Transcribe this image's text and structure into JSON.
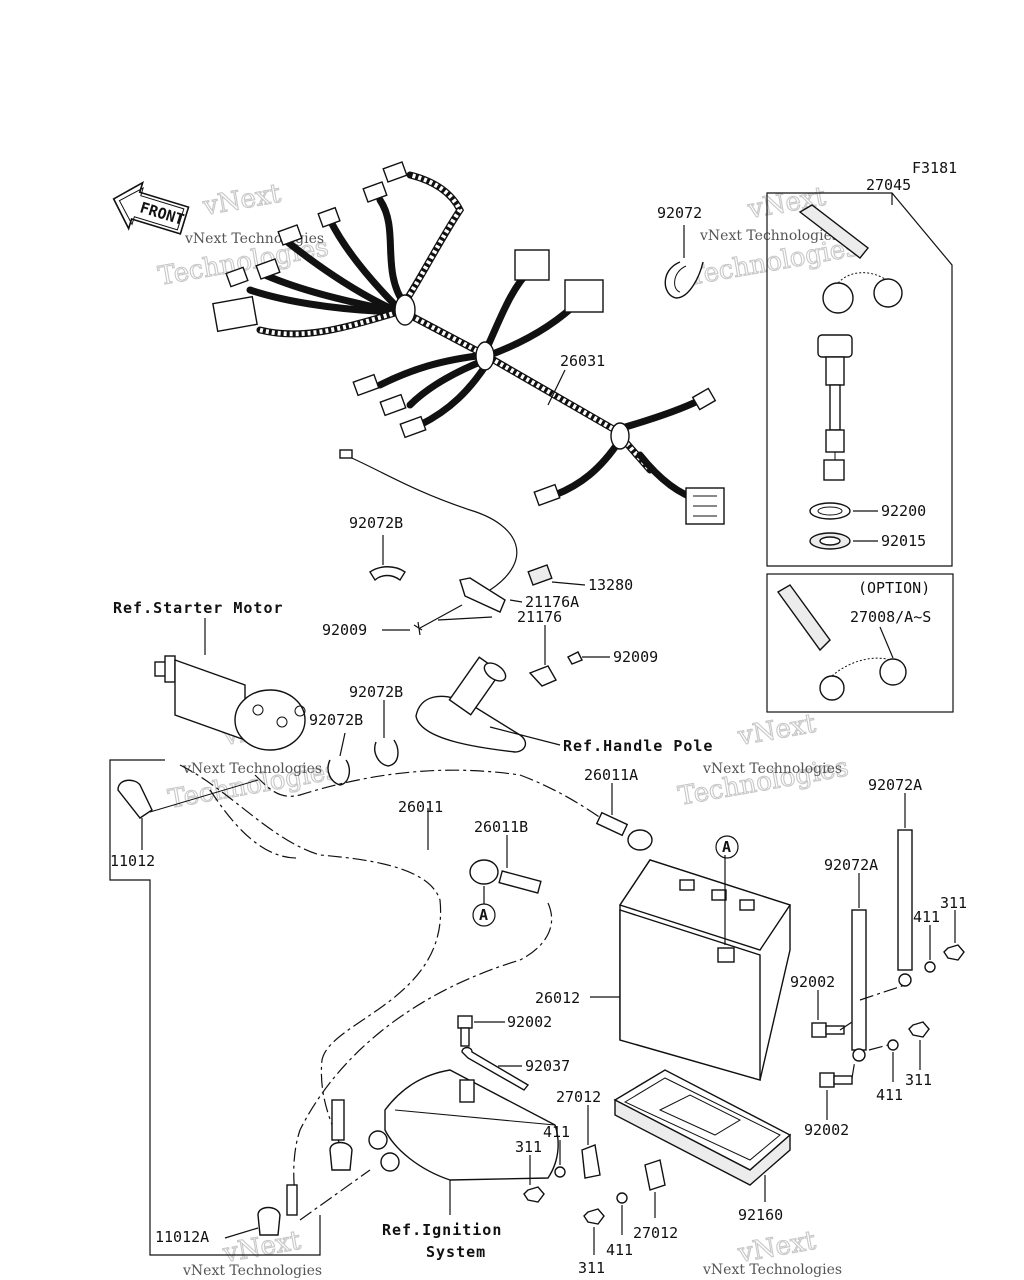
{
  "figure_code": "F3181",
  "front_label": "FRONT",
  "watermark": {
    "brand_small": "vNext Technologies",
    "brand_big_line1": "vNext",
    "brand_big_line2": "Technologies"
  },
  "callouts": {
    "p27045": "27045",
    "p92072": "92072",
    "p26031": "26031",
    "p92200": "92200",
    "p92015": "92015",
    "option": "(OPTION)",
    "p27008": "27008/A~S",
    "p92072B_1": "92072B",
    "p13280": "13280",
    "p21176A": "21176A",
    "p92009_1": "92009",
    "p21176": "21176",
    "p92009_2": "92009",
    "ref_starter": "Ref.Starter Motor",
    "p92072B_2": "92072B",
    "p92072B_3": "92072B",
    "ref_handle": "Ref.Handle Pole",
    "p26011A": "26011A",
    "p92072A_1": "92072A",
    "p11012": "11012",
    "p26011": "26011",
    "p26011B": "26011B",
    "circle_a1": "A",
    "circle_a2": "A",
    "p92072A_2": "92072A",
    "p311_1": "311",
    "p411_1": "411",
    "p26012": "26012",
    "p92002_1": "92002",
    "p92002_2": "92002",
    "p92037": "92037",
    "p27012_1": "27012",
    "p411_2": "411",
    "p311_2": "311",
    "p411_3": "411",
    "p311_3": "311",
    "p92002_3": "92002",
    "p311_4": "311",
    "p411_4": "411",
    "p27012_2": "27012",
    "p92160": "92160",
    "p11012A": "11012A",
    "ref_ignition_1": "Ref.Ignition",
    "ref_ignition_2": "System"
  }
}
